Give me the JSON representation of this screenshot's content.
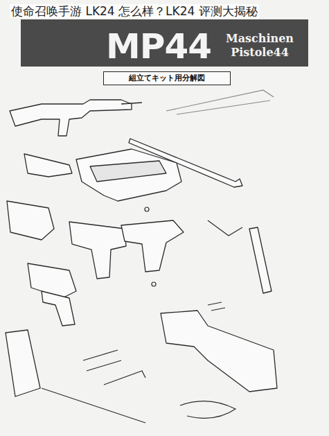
{
  "diagram": {
    "title": "使命召唤手游 LK24 怎么样？LK24 评测大揭秘",
    "nodes": [
      {
        "text": [
          "MP44",
          "Maschinen Pistole44"
        ]
      },
      {
        "text": [
          "組立てキット用分解図"
        ]
      }
    ]
  }
}
